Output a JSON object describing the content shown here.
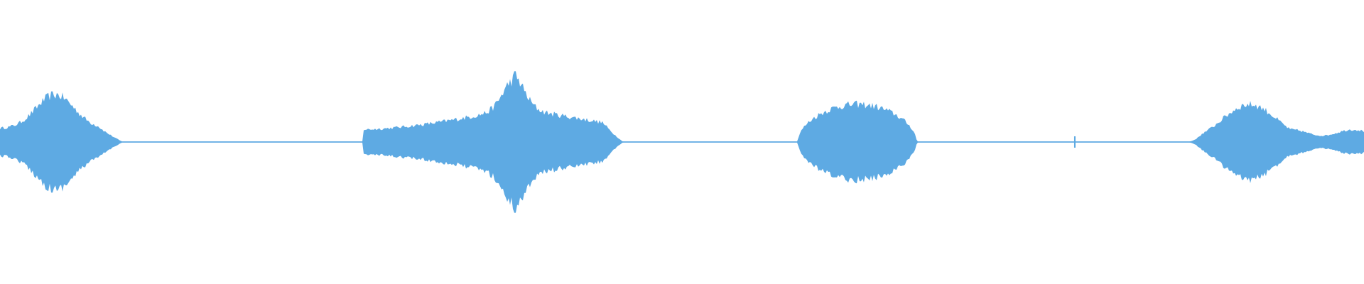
{
  "waveform": {
    "color": "#5eaae3",
    "background": "#ffffff",
    "segments": [
      {
        "start": 0.0,
        "end": 0.09,
        "peak": 0.34
      },
      {
        "start": 0.266,
        "end": 0.457,
        "peak": 0.45
      },
      {
        "start": 0.585,
        "end": 0.672,
        "peak": 0.27
      },
      {
        "start": 0.871,
        "end": 1.0,
        "peak": 0.27
      }
    ],
    "blips": [
      0.788
    ]
  }
}
